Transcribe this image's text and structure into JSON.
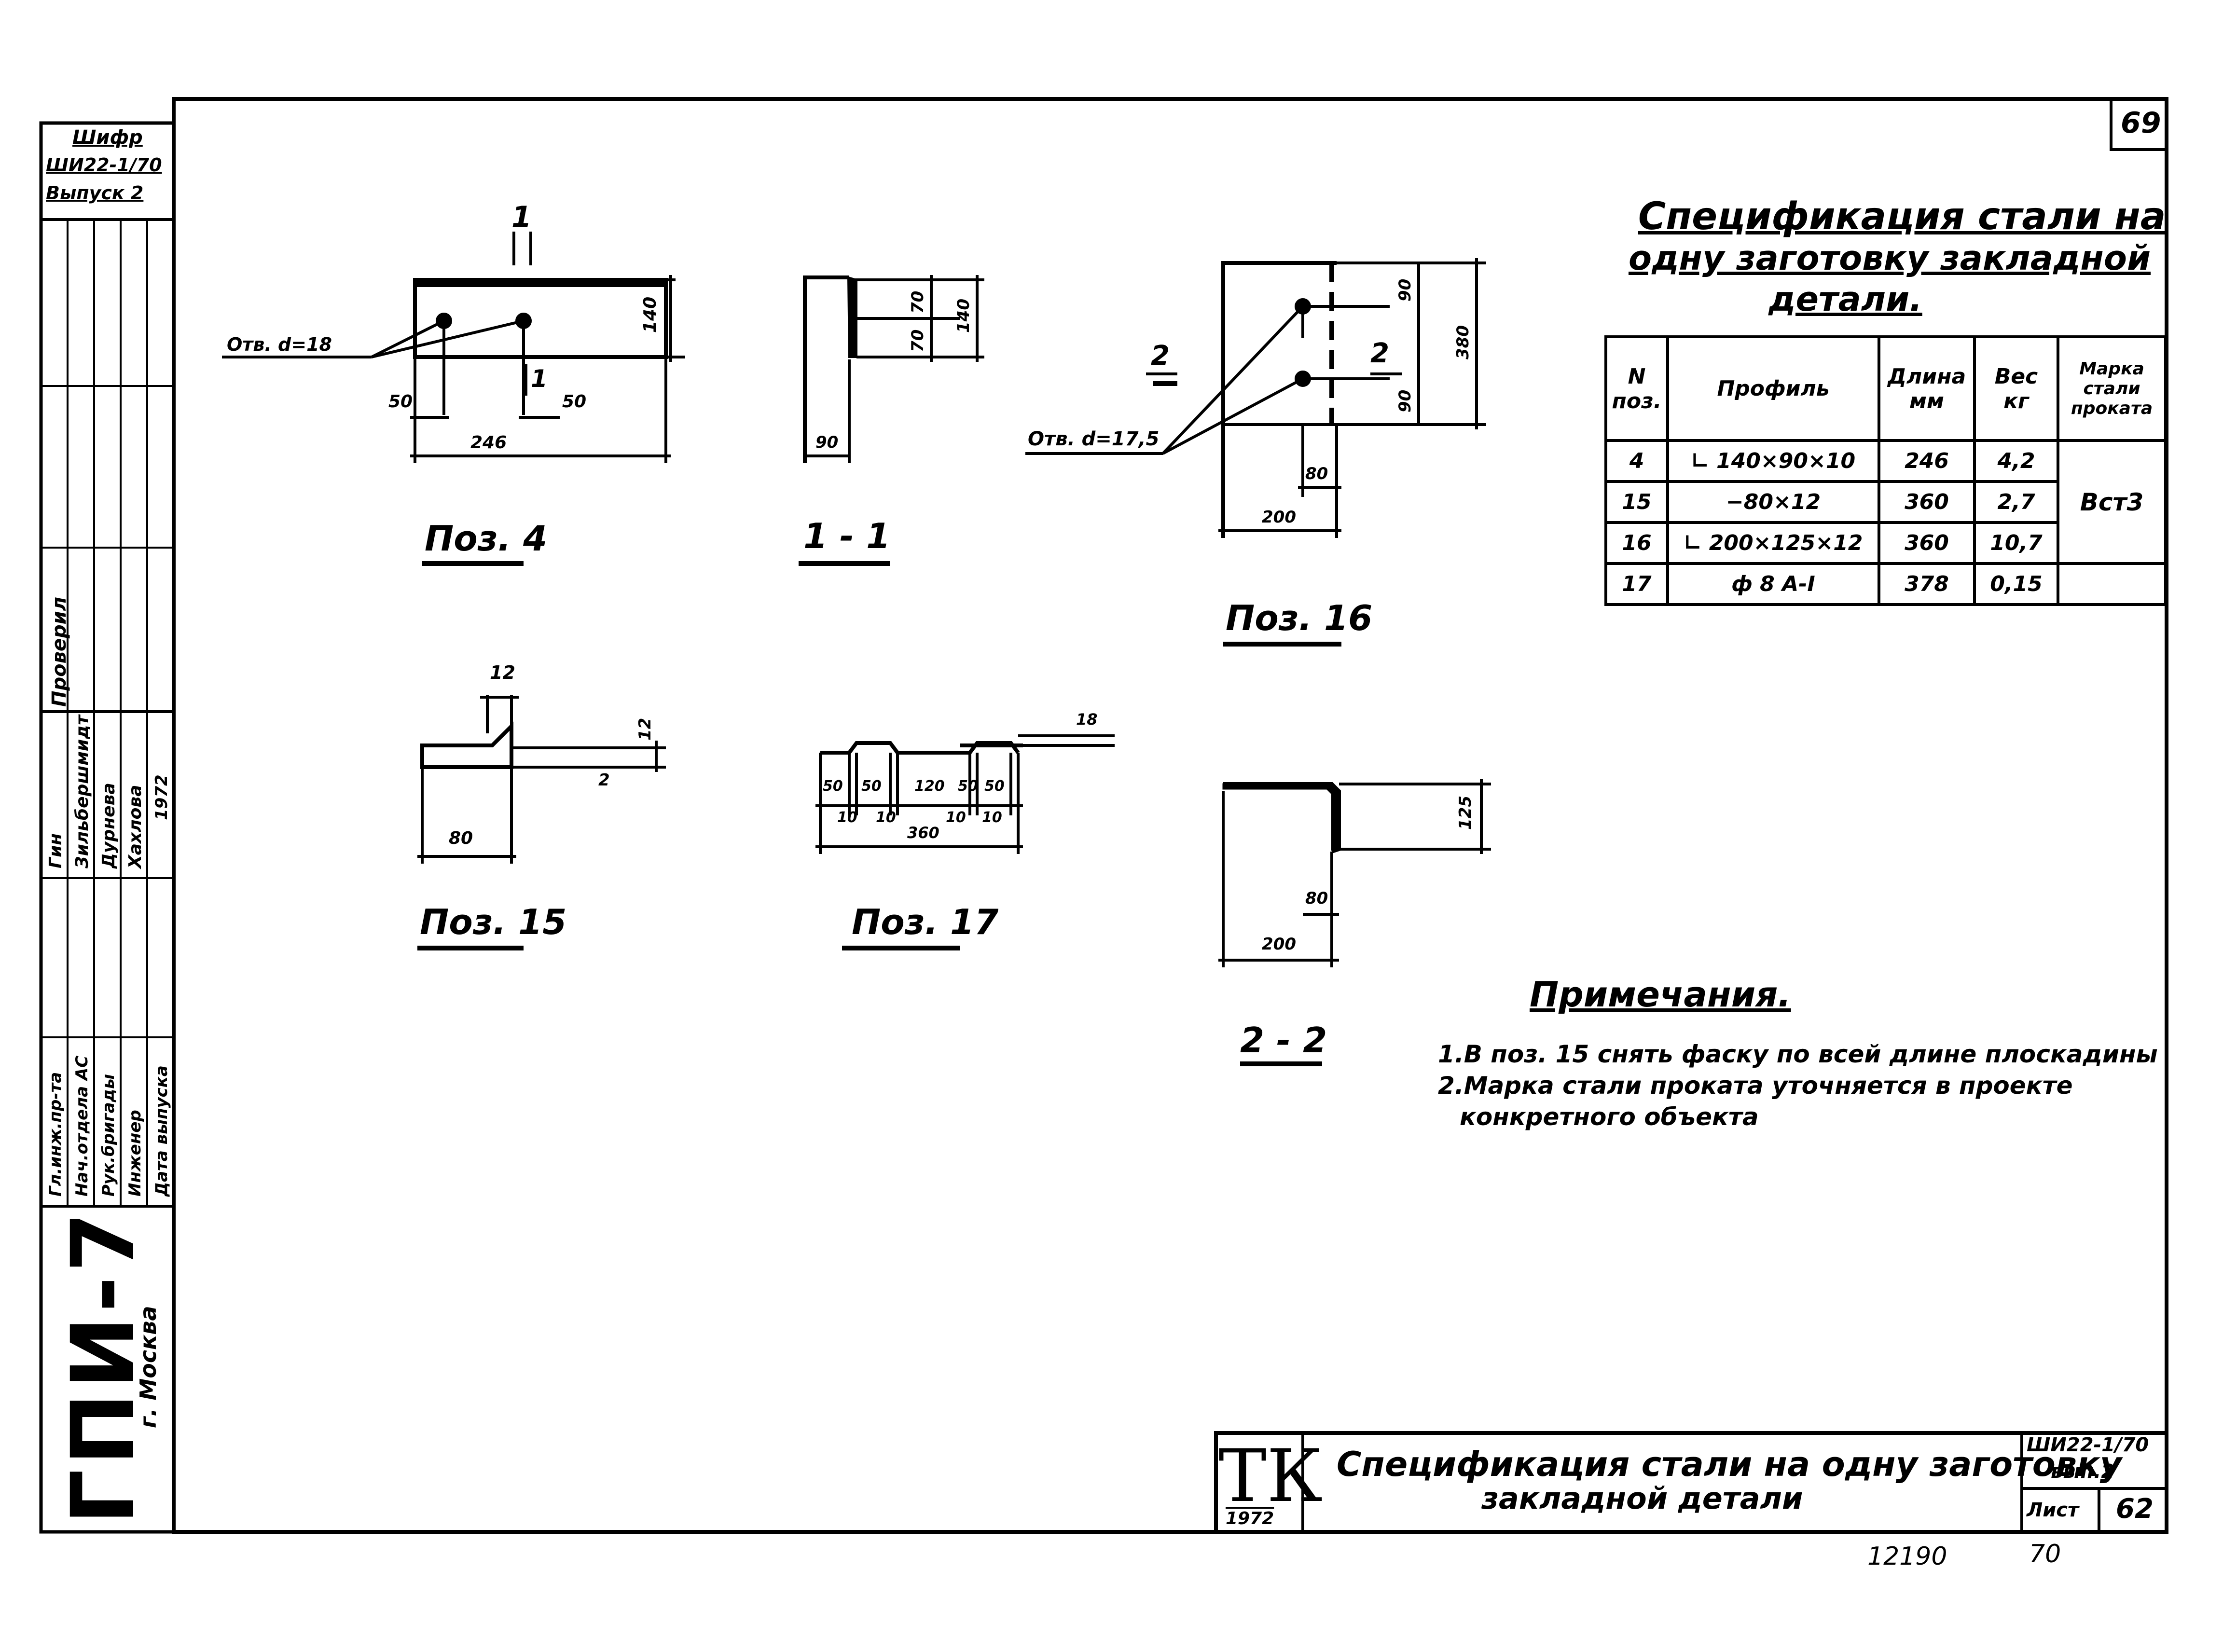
{
  "sheet": {
    "page_number": "69",
    "spec_title_line1": "Спецификация стали на",
    "spec_title_line2": "одну заготовку закладной",
    "spec_title_line3": "детали."
  },
  "spec_table": {
    "headers": [
      "N поз.",
      "Профиль",
      "Длина мм",
      "Вес кг",
      "Марка стали проката"
    ],
    "rows": [
      [
        "4",
        "∟ 140×90×10",
        "246",
        "4,2"
      ],
      [
        "15",
        "−80×12",
        "360",
        "2,7"
      ],
      [
        "16",
        "∟ 200×125×12",
        "360",
        "10,7"
      ],
      [
        "17",
        "ф 8 А-I",
        "378",
        "0,15"
      ]
    ],
    "steel_grade": "Вст3"
  },
  "views": {
    "poz4": {
      "label": "Поз. 4",
      "hole_note": "Отв. d=18",
      "cut_mark": "1",
      "dims": [
        "140",
        "50",
        "50",
        "246"
      ]
    },
    "section11": {
      "label": "1 - 1",
      "dims": [
        "70",
        "70",
        "140",
        "90"
      ]
    },
    "poz16": {
      "label": "Поз. 16",
      "hole_note": "Отв. d=17,5",
      "cut_mark": "2",
      "dims": [
        "90",
        "90",
        "380",
        "80",
        "200"
      ]
    },
    "poz15": {
      "label": "Поз. 15",
      "dims": [
        "12",
        "12",
        "2",
        "80"
      ]
    },
    "poz17": {
      "label": "Поз. 17",
      "dims": [
        "50",
        "50",
        "120",
        "50",
        "50",
        "10",
        "10",
        "10",
        "10",
        "360",
        "18"
      ]
    },
    "section22": {
      "label": "2 - 2",
      "dims": [
        "125",
        "80",
        "200"
      ]
    }
  },
  "notes": {
    "title": "Примечания.",
    "line1": "1.В поз. 15 снять фаску по всей длине плоскадины",
    "line2": "2.Марка стали проката уточняется в проекте",
    "line3": "конкретного объекта"
  },
  "left_strip": {
    "cipher_label": "Шифр",
    "cipher_value": "ШИ22-1/70",
    "issue_label": "Выпуск 2",
    "checked_label": "Проверил",
    "names": [
      "Гин",
      "Зильбершмидт",
      "Дурнева",
      "Хахлова"
    ],
    "roles": [
      "Гл.инж.пр-та",
      "Нач.отдела АС",
      "Рук.бригады",
      "Инженер",
      "Дата выпуска"
    ],
    "year_short": "1972",
    "org_logo": "ГПИ-7",
    "org_city": "г. Москва"
  },
  "title_block": {
    "logo": "ТК",
    "year": "1972",
    "title_line1": "Спецификация стали на одну заготовку",
    "title_line2": "закладной детали",
    "code": "ШИ22-1/70",
    "issue": "вып.2",
    "sheet_label": "Лист",
    "sheet_number": "62"
  },
  "footer": {
    "archive_number": "12190",
    "page_marker": "70"
  }
}
